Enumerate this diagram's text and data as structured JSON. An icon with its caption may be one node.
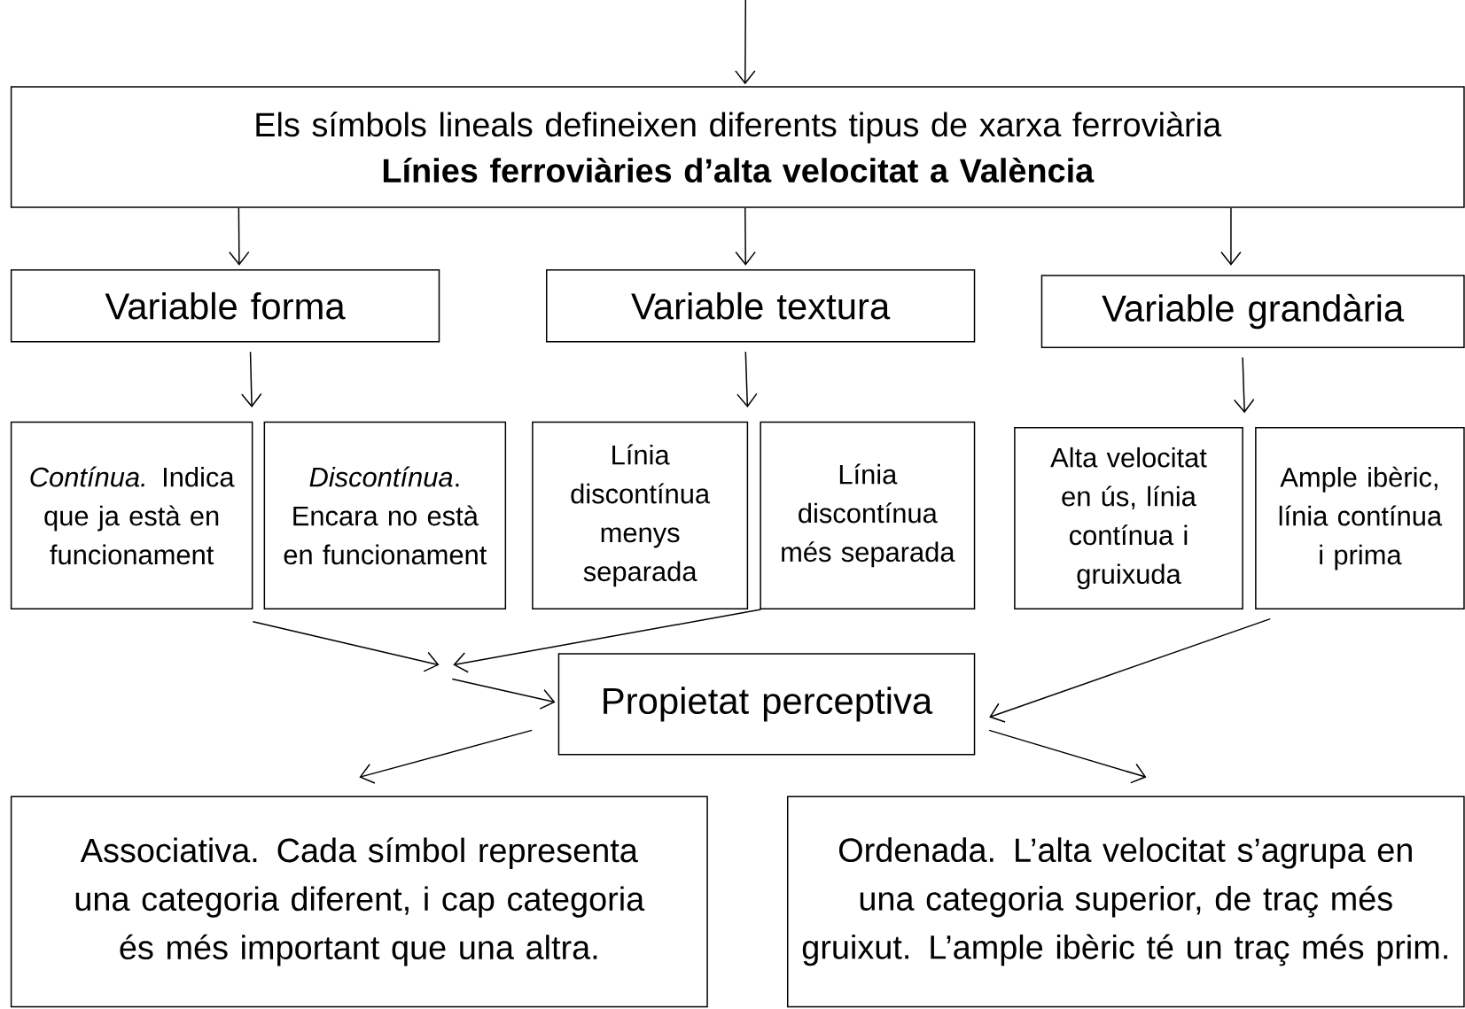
{
  "diagram": {
    "nodes": [
      {
        "text": [
          "Els símbols lineals defineixen diferents tipus de xarxa ferroviària",
          "Línies ferroviàries d’alta velocitat a València"
        ]
      },
      {
        "text": [
          "Variable forma"
        ]
      },
      {
        "text": [
          "Variable textura"
        ]
      },
      {
        "text": [
          "Variable grandària"
        ]
      },
      {
        "text": [
          "*Contínua.* Indica que ja està en funcionament"
        ]
      },
      {
        "text": [
          "*Discontínua*. Encara no està en funcionament"
        ]
      },
      {
        "text": [
          "Línia discontínua menys separada"
        ]
      },
      {
        "text": [
          "Línia discontínua més separada"
        ]
      },
      {
        "text": [
          "Alta velocitat en ús, línia contínua i gruixuda"
        ]
      },
      {
        "text": [
          "Ample ibèric, línia contínua i prima"
        ]
      },
      {
        "text": [
          "Propietat perceptiva"
        ]
      },
      {
        "text": [
          "Associativa. Cada símbol representa una categoria diferent, i cap categoria és més important que una altra."
        ]
      },
      {
        "text": [
          "Ordenada. L’alta velocitat s’agrupa en una categoria superior, de traç més gruixut. L’ample ibèric té un traç més prim."
        ]
      }
    ],
    "edges": [
      {
        "from": null,
        "to": 0,
        "arrow": "to"
      },
      {
        "from": 0,
        "to": 1,
        "arrow": "to"
      },
      {
        "from": 0,
        "to": 2,
        "arrow": "to"
      },
      {
        "from": 0,
        "to": 3,
        "arrow": "to"
      },
      {
        "from": 1,
        "to": 4,
        "arrow": "to"
      },
      {
        "from": 1,
        "to": 5,
        "arrow": "to"
      },
      {
        "from": 2,
        "to": 6,
        "arrow": "to"
      },
      {
        "from": 2,
        "to": 7,
        "arrow": "to"
      },
      {
        "from": 3,
        "to": 8,
        "arrow": "to"
      },
      {
        "from": 3,
        "to": 9,
        "arrow": "to"
      },
      {
        "from": 4,
        "to": null,
        "arrow": "to"
      },
      {
        "from": 7,
        "to": null,
        "arrow": "to"
      },
      {
        "from": null,
        "to": 10,
        "arrow": "to"
      },
      {
        "from": 9,
        "to": 10,
        "arrow": "to"
      },
      {
        "from": 10,
        "to": 11,
        "arrow": "to"
      },
      {
        "from": 10,
        "to": 12,
        "arrow": "to"
      }
    ]
  }
}
